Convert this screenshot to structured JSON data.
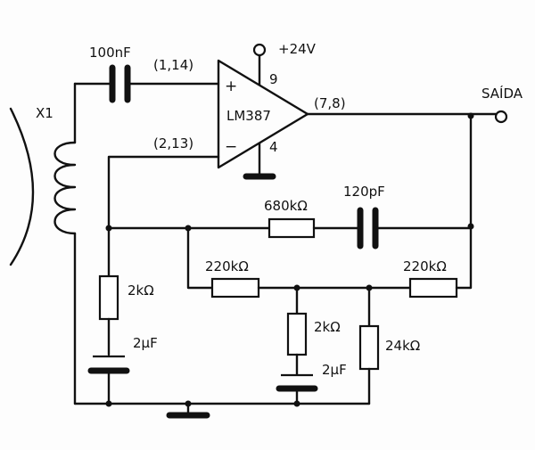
{
  "supply": {
    "label": "+24V"
  },
  "output": {
    "label": "SAÍDA"
  },
  "opamp": {
    "name": "LM387",
    "pin_plus_label": "(1,14)",
    "pin_minus_label": "(2,13)",
    "pin_out_label": "(7,8)",
    "pin_vcc_label": "9",
    "pin_gnd_label": "4",
    "plus_symbol": "+",
    "minus_symbol": "−"
  },
  "coil": {
    "label": "X1"
  },
  "components": {
    "c_input": "100nF",
    "c_feedback": "120pF",
    "r_feedback": "680kΩ",
    "r_left_2k": "2kΩ",
    "c_left_2uF": "2μF",
    "r_mid_left": "220kΩ",
    "r_mid_right": "220kΩ",
    "r_center_2k": "2kΩ",
    "c_center_2uF": "2μF",
    "r_right_24k": "24kΩ"
  }
}
